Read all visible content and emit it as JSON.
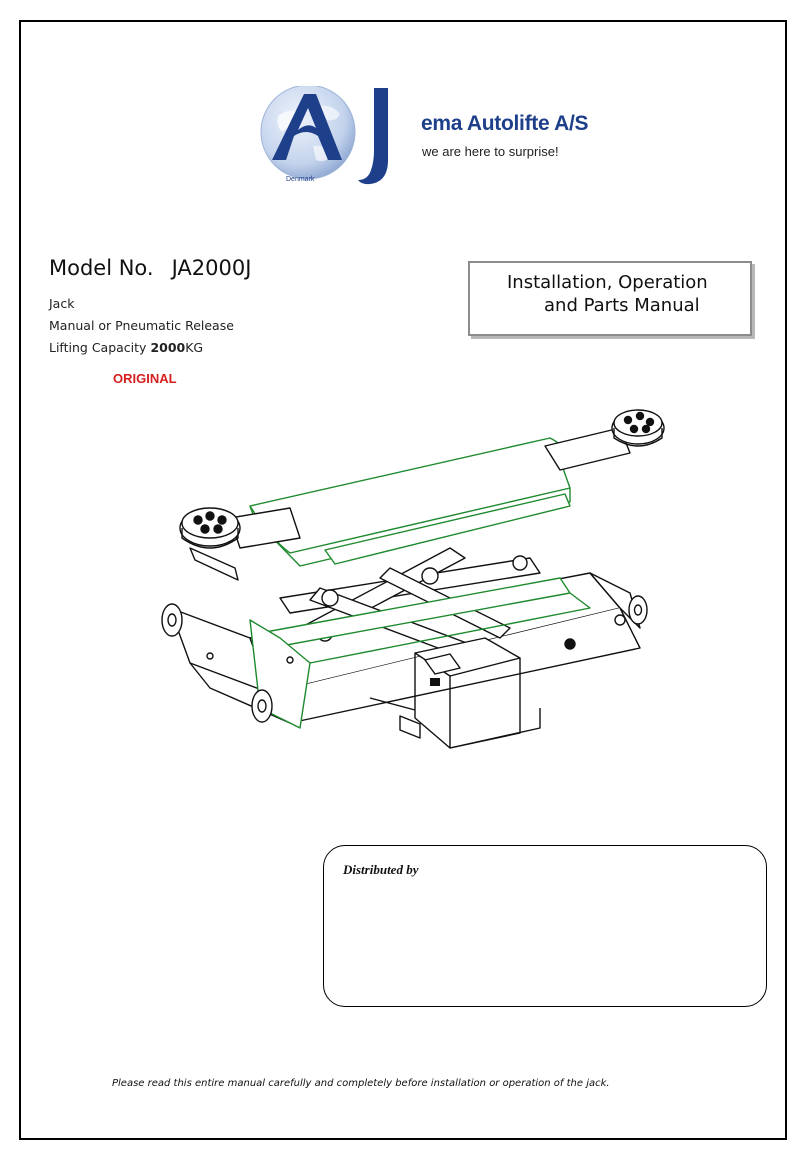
{
  "brand": {
    "name": "Jema Autolifte A/S",
    "name_rest": "ema Autolifte A/S",
    "tagline": "we are here to surprise!",
    "logo_letter": "A",
    "logo_country": "Denmark",
    "colors": {
      "primary": "#1e3f8a",
      "globe": "#b9cbe8"
    }
  },
  "product": {
    "model_label": "Model No.",
    "model_number": "JA2000J",
    "type": "Jack",
    "release": "Manual or Pneumatic Release",
    "capacity_label": "Lifting Capacity",
    "capacity_value": "2000",
    "capacity_unit": "KG",
    "edition": "ORIGINAL",
    "edition_color": "#d41f1f"
  },
  "title": {
    "line1": "Installation, Operation",
    "line2": "and Parts Manual"
  },
  "distributor": {
    "label": "Distributed by"
  },
  "footer": {
    "note": "Please read this entire manual carefully and completely before installation or operation of the jack."
  }
}
